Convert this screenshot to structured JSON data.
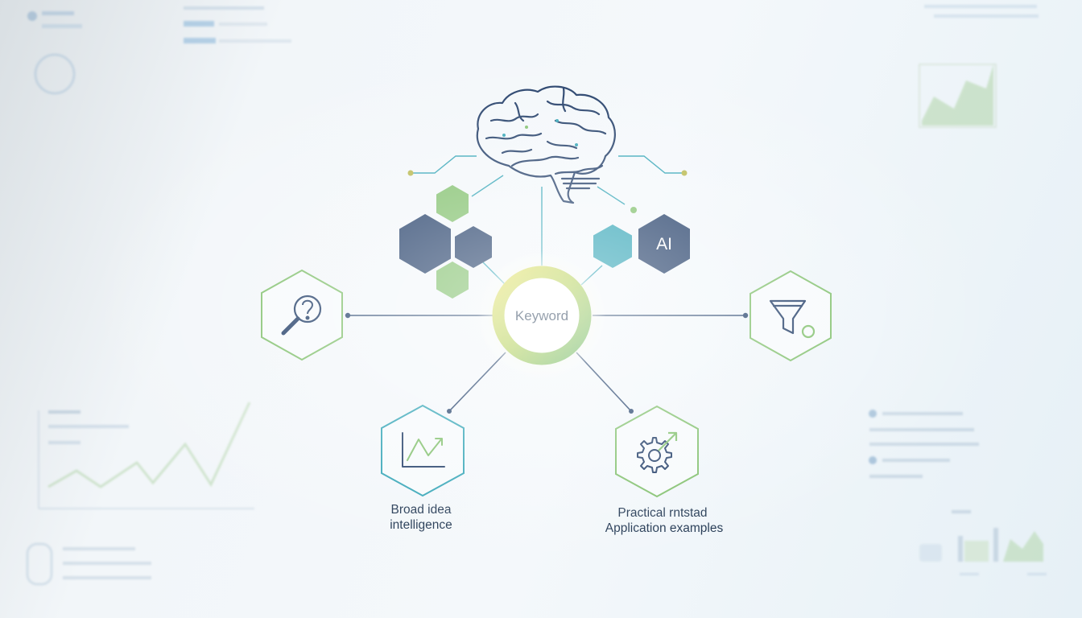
{
  "center": {
    "label": "Keyword"
  },
  "ai_badge": {
    "label": "AI"
  },
  "nodes": {
    "broad": {
      "label_line1": "Broad idea",
      "label_line2": "intelligence"
    },
    "practical": {
      "label_line1": "Practical rntstad",
      "label_line2": "Application examples"
    }
  },
  "colors": {
    "navy": "#1f3b66",
    "green": "#7fbf6a",
    "teal": "#2fa3b5",
    "lime": "#b7d45a",
    "line": "#22406a"
  },
  "icons": [
    "brain-icon",
    "search-question-icon",
    "funnel-icon",
    "growth-chart-icon",
    "gear-arrow-icon"
  ]
}
